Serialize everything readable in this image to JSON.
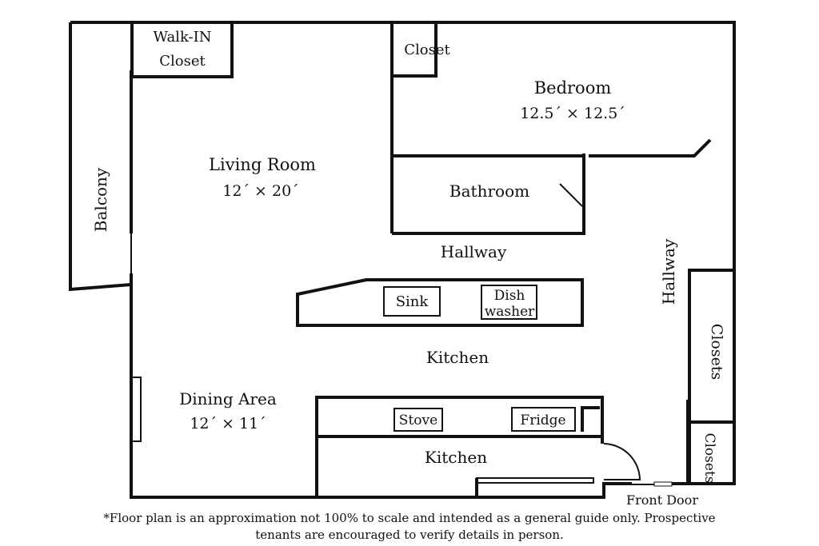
{
  "rooms": {
    "walk_in_closet": [
      "Walk-IN",
      "Closet"
    ],
    "bedroom_closet": "Closet",
    "bedroom": {
      "name": "Bedroom",
      "size": "12.5´ × 12.5´"
    },
    "living_room": {
      "name": "Living Room",
      "size": "12´ × 20´"
    },
    "bathroom": "Bathroom",
    "balcony": "Balcony",
    "hallway_center": "Hallway",
    "hallway_right": "Hallway",
    "sink": "Sink",
    "dishwasher": [
      "Dish",
      "washer"
    ],
    "kitchen_upper": "Kitchen",
    "dining_area": {
      "name": "Dining Area",
      "size": "12´ × 11´"
    },
    "stove": "Stove",
    "fridge": "Fridge",
    "kitchen_lower": "Kitchen",
    "closets_upper": "Closets",
    "closets_lower": "Closets",
    "front_door": "Front Door"
  },
  "footnote": [
    "*Floor plan is an approximation not 100% to scale and intended as a general guide only. Prospective",
    "tenants are encouraged to verify details in person."
  ]
}
